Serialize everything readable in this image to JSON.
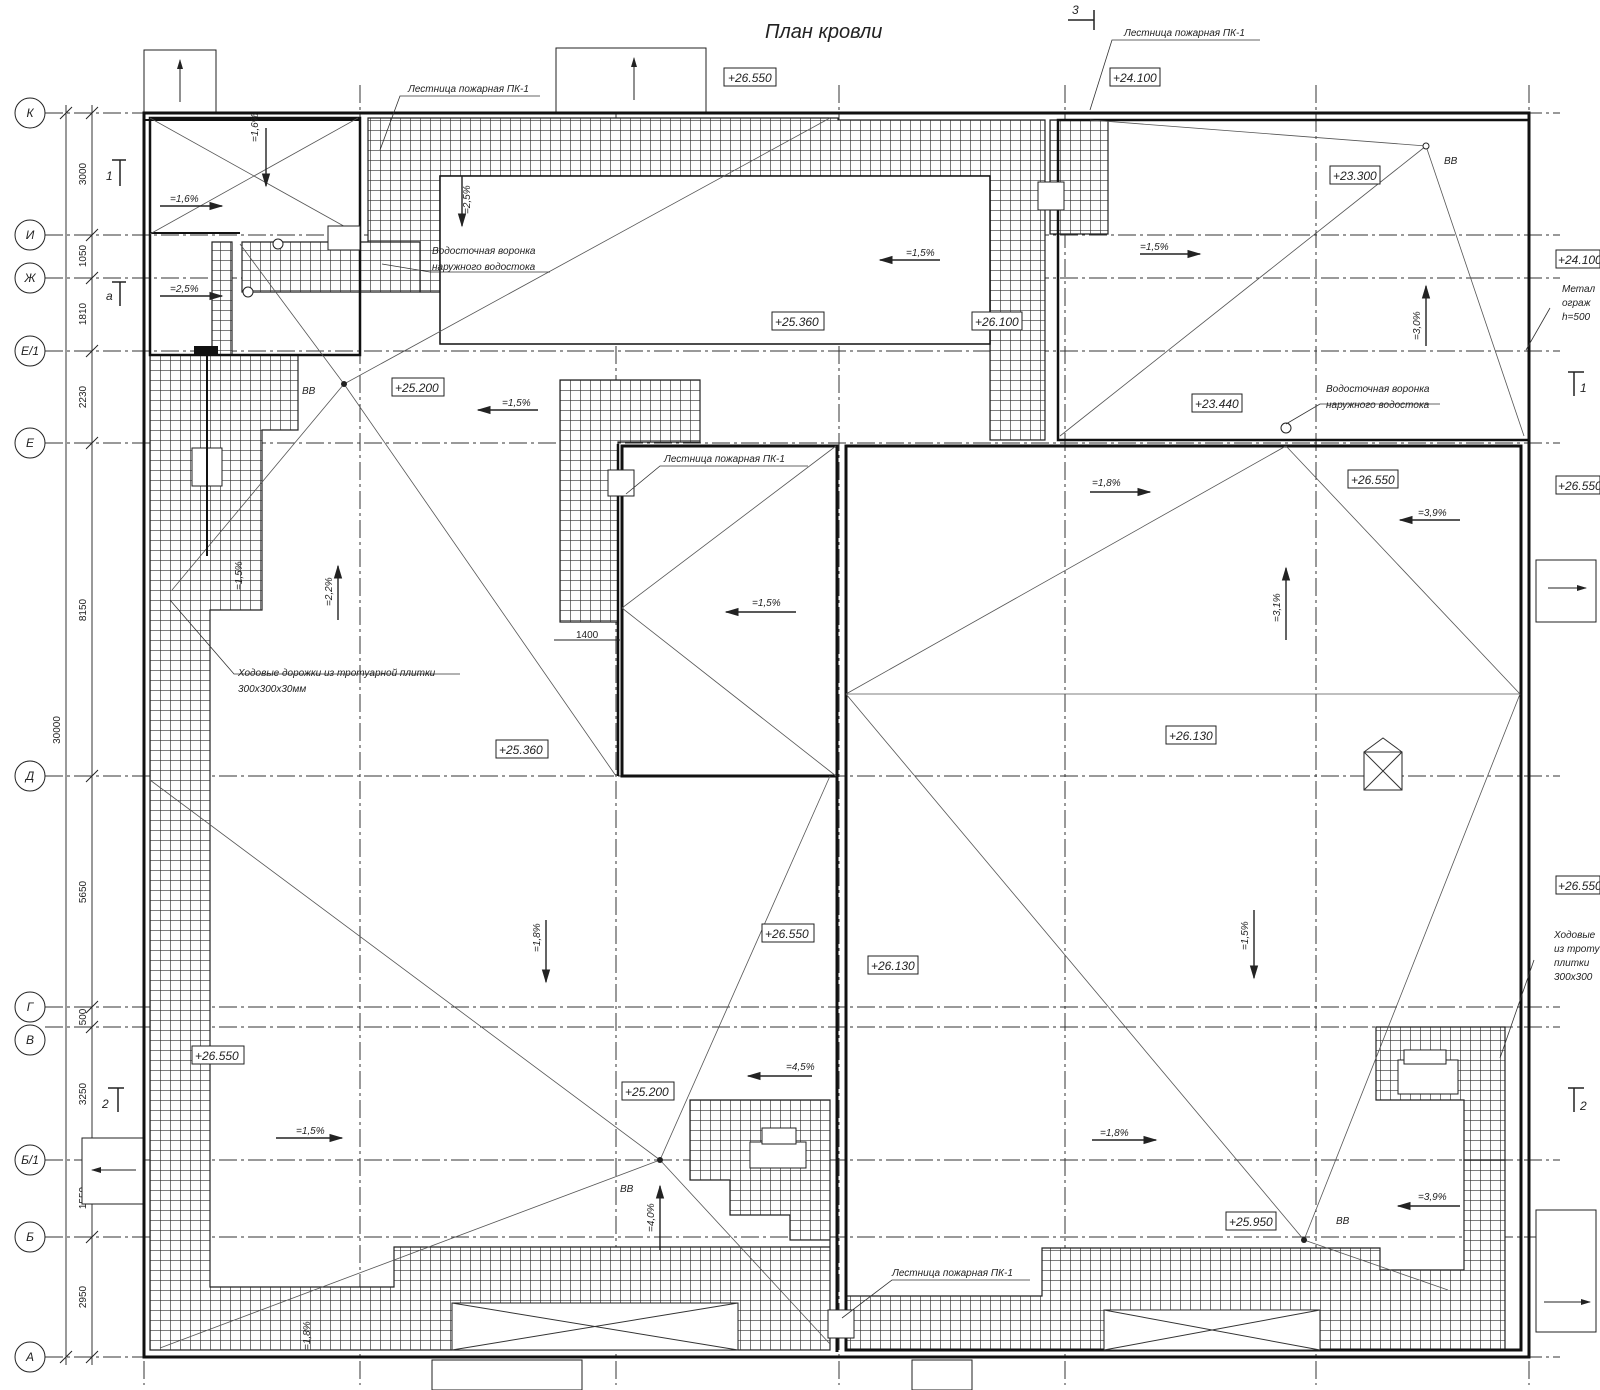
{
  "title": "План кровли",
  "section_marks": {
    "top": "3",
    "left_1": "1",
    "left_a": "а",
    "left_2": "2",
    "right_1": "1",
    "right_2": "2"
  },
  "axes": [
    {
      "label": "К",
      "dim": "3000"
    },
    {
      "label": "И",
      "dim": "1050"
    },
    {
      "label": "Ж",
      "dim": "1810"
    },
    {
      "label": "Е/1",
      "dim": "2230"
    },
    {
      "label": "Е",
      "dim": "8150"
    },
    {
      "label": "Д",
      "dim": "5650"
    },
    {
      "label": "Г",
      "dim": "500"
    },
    {
      "label": "В",
      "dim": "3250"
    },
    {
      "label": "Б/1",
      "dim": "1550"
    },
    {
      "label": "Б",
      "dim": "2950"
    },
    {
      "label": "А",
      "dim": ""
    }
  ],
  "total_dim": "30000",
  "elevations": {
    "e1": "+26.550",
    "e2": "+24.100",
    "e3": "+23.300",
    "e4": "+24.100",
    "e5": "+25.360",
    "e6": "+26.100",
    "e7": "+25.200",
    "e8": "+23.440",
    "e9": "+26.550",
    "e10": "+26.550",
    "e11": "+26.130",
    "e12": "+25.360",
    "e13": "+26.550",
    "e14": "+26.130",
    "e15": "+26.550",
    "e16": "+26.550",
    "e17": "+25.200",
    "e18": "+25.950"
  },
  "slopes": {
    "s1": "=1,6%",
    "s2": "=1,6%",
    "s3": "=2,5%",
    "s4": "=2,5%",
    "s5": "=1,5%",
    "s6": "=1,5%",
    "s7": "=1,5%",
    "s8": "=3,0%",
    "s9": "=1,5%",
    "s10": "=1,8%",
    "s11": "=3,9%",
    "s12": "=1,5%",
    "s13": "=3,1%",
    "s14": "=2,2%",
    "s15": "=1,8%",
    "s16": "=1,5%",
    "s17": "=4,5%",
    "s18": "=1,5%",
    "s19": "=1,8%",
    "s20": "=4,0%",
    "s21": "=3,9%",
    "s22": "=1,8%"
  },
  "labels": {
    "ladder1": "Лестница пожарная ПК-1",
    "ladder2": "Лестница пожарная ПК-1",
    "ladder3": "Лестница пожарная ПК-1",
    "ladder4": "Лестница пожарная ПК-1",
    "funnel1_a": "Водосточная воронка",
    "funnel1_b": "наружного водостока",
    "funnel2_a": "Водосточная воронка",
    "funnel2_b": "наружного водостока",
    "walkway_a": "Ходовые дорожки из тротуарной плитки",
    "walkway_b": "300х300х30мм",
    "vv1": "ВВ",
    "vv2": "ВВ",
    "vv3": "ВВ",
    "vv4": "ВВ",
    "dim1400": "1400",
    "right_metal_a": "Метал",
    "right_metal_b": "ограж",
    "right_metal_c": "h=500",
    "right_walk_a": "Ходовые",
    "right_walk_b": "из троту",
    "right_walk_c": "плитки",
    "right_walk_d": "300х300"
  }
}
